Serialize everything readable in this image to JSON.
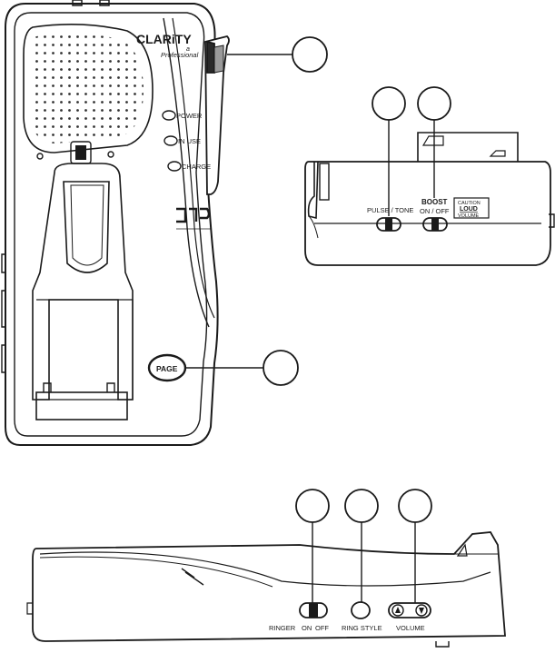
{
  "brand": {
    "name": "CLARiTY",
    "sub_mark": "a",
    "line": "Professional"
  },
  "base_top_view": {
    "indicators": [
      "POWER",
      "IN USE",
      "CHARGE"
    ],
    "page_button": "PAGE"
  },
  "rear_view": {
    "switch_1": "PULSE / TONE",
    "switch_2_title": "BOOST",
    "switch_2_states": "ON / OFF",
    "caution": [
      "CAUTION",
      "LOUD",
      "VOLUME"
    ]
  },
  "side_view": {
    "ringer_title": "RINGER",
    "ringer_states": [
      "ON",
      "OFF"
    ],
    "ring_style": "RING STYLE",
    "volume": "VOLUME"
  },
  "callouts": [
    {
      "id": "callout-clip",
      "label": ""
    },
    {
      "id": "callout-page",
      "label": ""
    },
    {
      "id": "callout-pulse-tone",
      "label": ""
    },
    {
      "id": "callout-boost",
      "label": ""
    },
    {
      "id": "callout-ringer",
      "label": ""
    },
    {
      "id": "callout-ring-style",
      "label": ""
    },
    {
      "id": "callout-volume",
      "label": ""
    }
  ]
}
